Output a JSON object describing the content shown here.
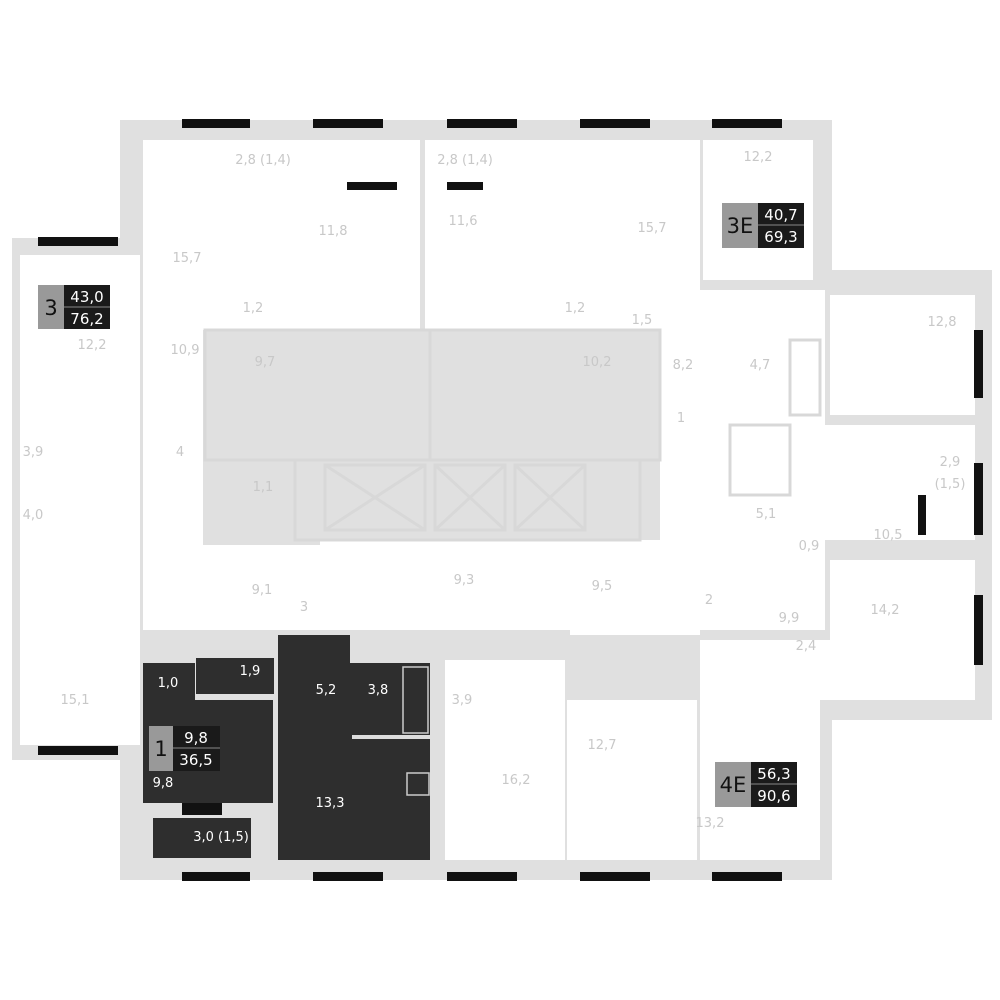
{
  "plan": {
    "colors": {
      "wall": "#e0e0e0",
      "selected_apartment": "#2e2e2e",
      "window": "#111111",
      "badge_type": "#999999",
      "badge_value": "#1a1a1a"
    },
    "apartments": [
      {
        "type": "3",
        "living_area": "43,0",
        "total_area": "76,2"
      },
      {
        "type": "3E",
        "living_area": "40,7",
        "total_area": "69,3"
      },
      {
        "type": "1",
        "living_area": "9,8",
        "total_area": "36,5"
      },
      {
        "type": "4E",
        "living_area": "56,3",
        "total_area": "90,6"
      }
    ],
    "rooms": [
      "15,7",
      "2,8 (1,4)",
      "2,8 (1,4)",
      "11,8",
      "11,6",
      "15,7",
      "12,2",
      "12,8",
      "1,2",
      "1,2",
      "1,5",
      "12,2",
      "10,9",
      "9,7",
      "10,2",
      "8,2",
      "4,7",
      "1",
      "4",
      "3,9",
      "1,1",
      "2,9",
      "(1,5)",
      "5,1",
      "4,0",
      "10,5",
      "0,9",
      "9,1",
      "9,3",
      "9,5",
      "2",
      "3",
      "9,9",
      "14,2",
      "2,4",
      "3,9",
      "15,1",
      "12,7",
      "16,2",
      "13,2"
    ],
    "selected_rooms": [
      "1,0",
      "1,9",
      "5,2",
      "3,8",
      "9,8",
      "13,3",
      "3,0 (1,5)"
    ]
  }
}
